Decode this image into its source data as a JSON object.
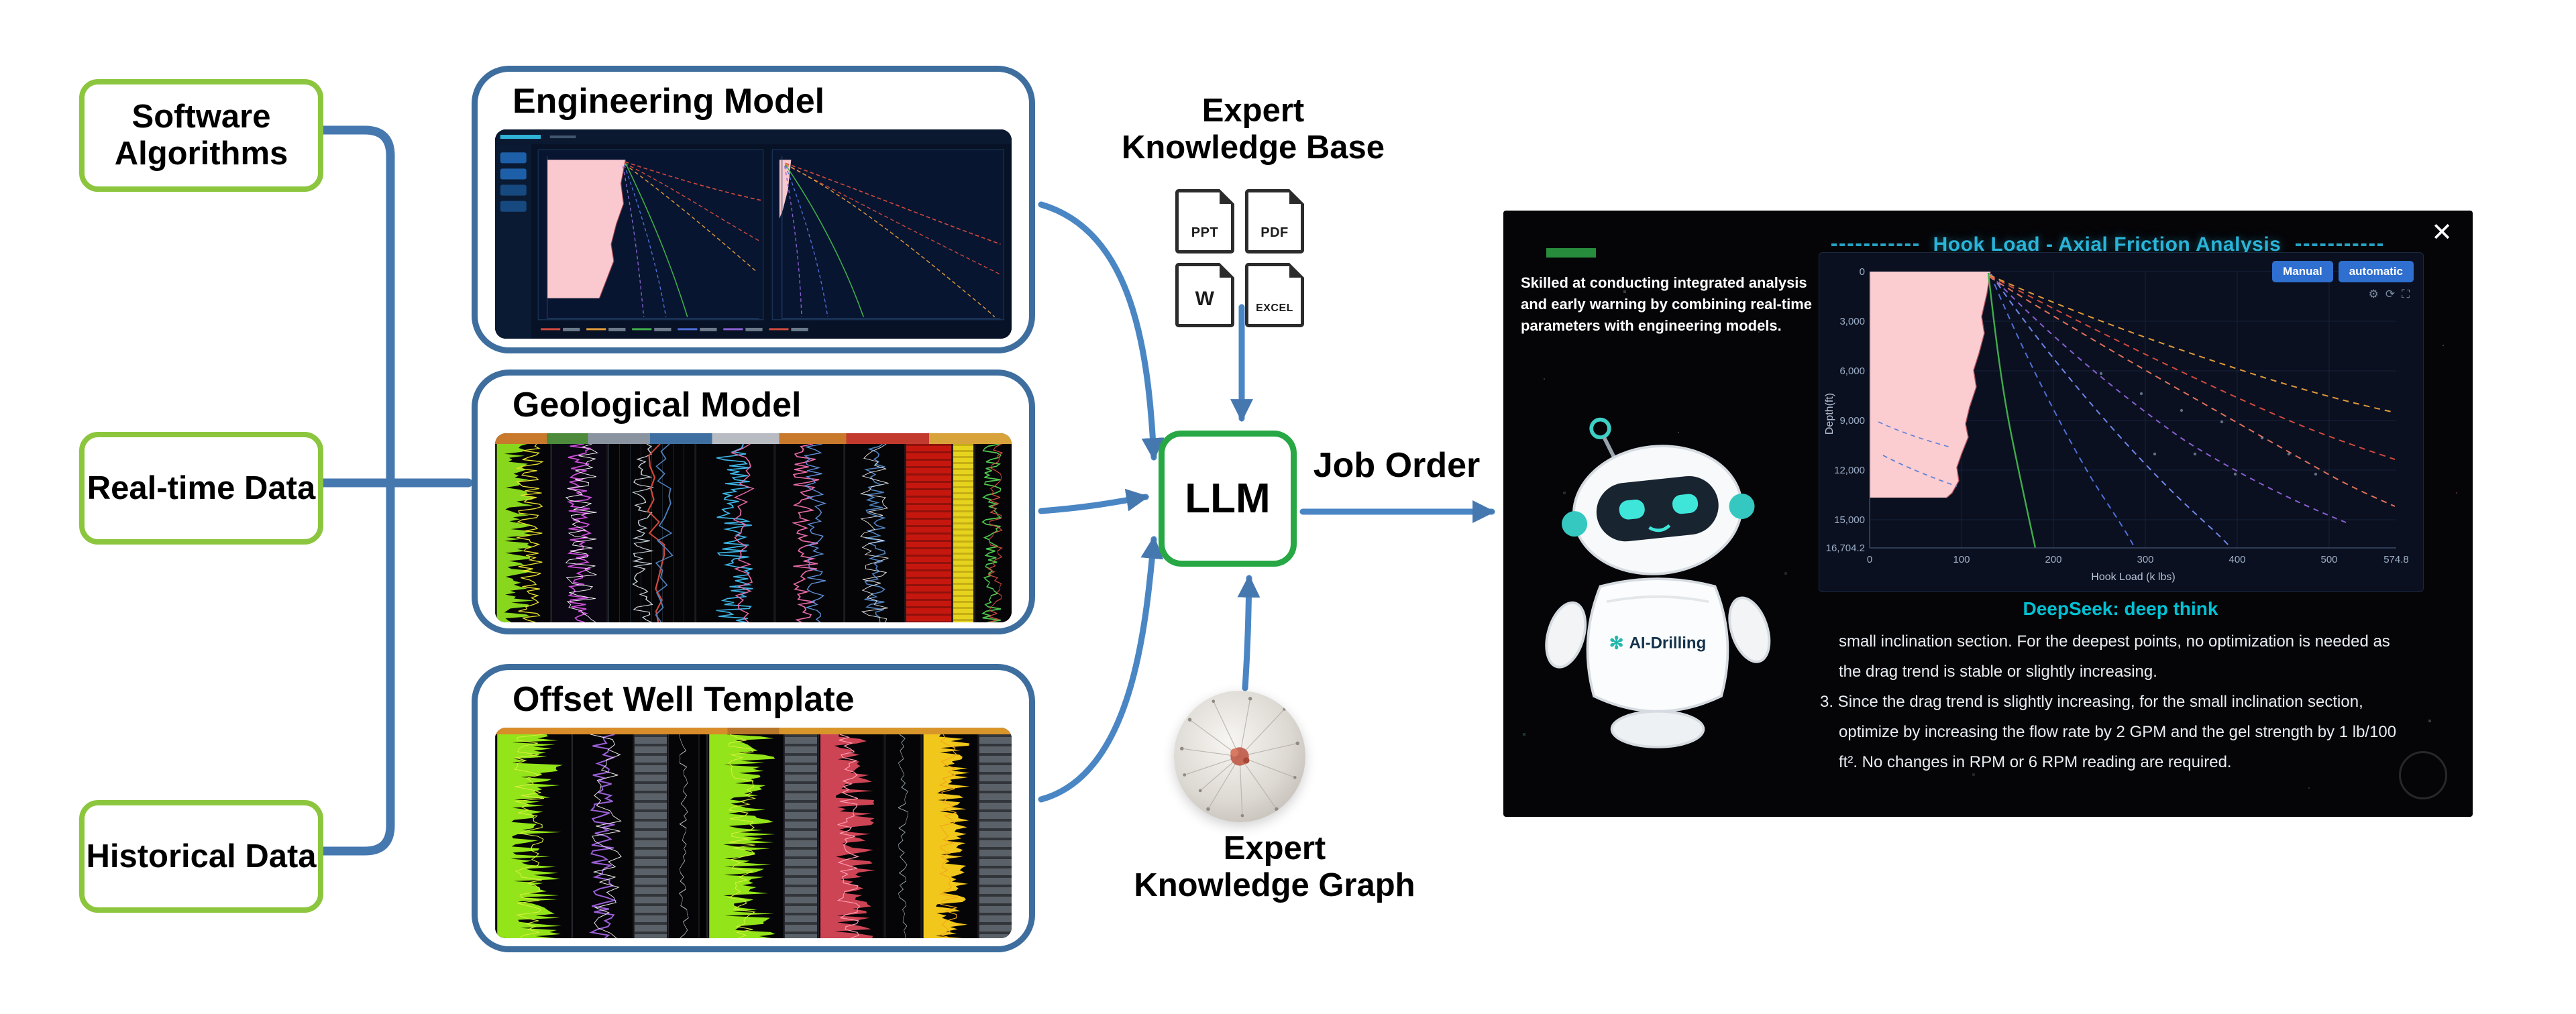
{
  "diagram": {
    "inputs": [
      {
        "label": "Software Algorithms"
      },
      {
        "label": "Real-time Data"
      },
      {
        "label": "Historical Data"
      }
    ],
    "models": [
      {
        "title": "Engineering Model"
      },
      {
        "title": "Geological Model"
      },
      {
        "title": "Offset Well Template"
      }
    ],
    "llm_label": "LLM",
    "job_order_label": "Job Order",
    "knowledge_base": {
      "line1": "Expert",
      "line2": "Knowledge Base",
      "docs": [
        "PPT",
        "PDF",
        "W",
        "EXCEL"
      ]
    },
    "knowledge_graph": {
      "line1": "Expert",
      "line2": "Knowledge Graph"
    }
  },
  "panel": {
    "title": "Hook Load - Axial Friction Analysis",
    "intro": "Skilled at conducting integrated analysis and early warning by combining real-time parameters with engineering models.",
    "robot_label": "AI-Drilling",
    "buttons": {
      "manual": "Manual",
      "automatic": "automatic"
    },
    "chart": {
      "ylabel": "Depth(ft)",
      "xlabel": "Hook Load (k lbs)",
      "yticks": [
        "0",
        "3,000",
        "6,000",
        "9,000",
        "12,000",
        "15,000",
        "16,704.2"
      ],
      "xticks": [
        "0",
        "100",
        "200",
        "300",
        "400",
        "500",
        "574.8"
      ]
    },
    "deepseek_title": "DeepSeek: deep think",
    "analysis_lines": [
      "small inclination section. For the deepest points, no optimization is needed as",
      "the drag trend is stable or slightly increasing.",
      "3. Since the drag trend is slightly increasing, for the small inclination section,",
      "optimize by increasing the flow rate by 2 GPM and the gel strength by 1 lb/100",
      "ft². No changes in RPM or 6 RPM reading are required."
    ]
  },
  "icons": {
    "close": "✕",
    "gear": "⚙",
    "refresh": "⟳",
    "expand": "⛶"
  }
}
